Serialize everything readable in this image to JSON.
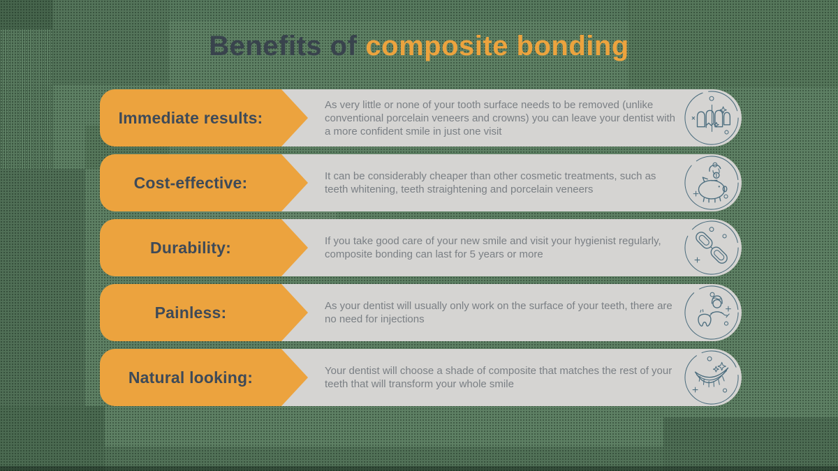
{
  "title": {
    "prefix": "Benefits of",
    "highlight": "composite bonding"
  },
  "colors": {
    "orange": "#ECA33E",
    "label_text": "#3E4A58",
    "title_prefix": "#39434D",
    "panel_gray": "#D5D4D2",
    "body_text": "#7A7F84",
    "icon_stroke": "#4D6E7F",
    "background": "#5E8064"
  },
  "rows": [
    {
      "label": "Immediate results:",
      "description": "As very little or none of your tooth surface needs to be removed (unlike conventional porcelain veneers and crowns) you can leave your dentist with a more confident smile in just one visit",
      "icon": "teeth-repair-icon"
    },
    {
      "label": "Cost-effective:",
      "description": "It can be considerably cheaper than other cosmetic treatments, such as teeth whitening, teeth straightening and porcelain veneers",
      "icon": "piggy-bank-icon"
    },
    {
      "label": "Durability:",
      "description": "If you take good care of your new smile and visit your hygienist regularly, composite bonding can last for 5 years or more",
      "icon": "chain-links-icon"
    },
    {
      "label": "Painless:",
      "description": "As your dentist will usually only work on the surface of your teeth, there are no need for injections",
      "icon": "dentist-tooth-icon"
    },
    {
      "label": "Natural looking:",
      "description": "Your dentist will choose a shade of composite that matches the rest of your teeth that will transform your whole smile",
      "icon": "smiling-teeth-icon"
    }
  ]
}
